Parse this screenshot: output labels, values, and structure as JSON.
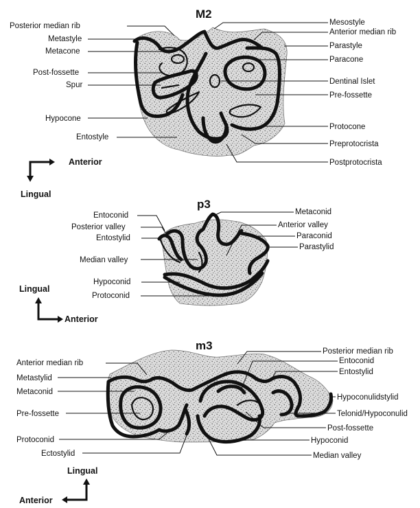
{
  "panels": {
    "M2": {
      "title": "M2",
      "labels": {
        "posterior_median_rib": "Posterior median rib",
        "metastyle": "Metastyle",
        "metacone": "Metacone",
        "post_fossette": "Post-fossette",
        "spur": "Spur",
        "hypocone": "Hypocone",
        "entostyle": "Entostyle",
        "mesostyle": "Mesostyle",
        "anterior_median_rib": "Anterior median rib",
        "parastyle": "Parastyle",
        "paracone": "Paracone",
        "dentinal_islet": "Dentinal Islet",
        "pre_fossette": "Pre-fossette",
        "protocone": "Protocone",
        "preprotocrista": "Preprotocrista",
        "postprotocrista": "Postprotocrista"
      }
    },
    "p3": {
      "title": "p3",
      "labels": {
        "entoconid": "Entoconid",
        "posterior_valley": "Posterior valley",
        "entostylid": "Entostylid",
        "median_valley": "Median valley",
        "hypoconid": "Hypoconid",
        "protoconid": "Protoconid",
        "metaconid": "Metaconid",
        "anterior_valley": "Anterior valley",
        "paraconid": "Paraconid",
        "parastylid": "Parastylid"
      }
    },
    "m3": {
      "title": "m3",
      "labels": {
        "anterior_median_rib": "Anterior median rib",
        "metastylid": "Metastylid",
        "metaconid": "Metaconid",
        "pre_fossette": "Pre-fossette",
        "protoconid": "Protoconid",
        "ectostylid": "Ectostylid",
        "posterior_median_rib": "Posterior median rib",
        "entoconid": "Entoconid",
        "entostylid": "Entostylid",
        "hypoconulidstylid": "Hypoconulidstylid",
        "telonid_hypoconulid": "Telonid/Hypoconulid",
        "post_fossette": "Post-fossette",
        "hypoconid": "Hypoconid",
        "median_valley": "Median valley"
      }
    }
  },
  "orientation": {
    "upper": {
      "anterior": "Anterior",
      "lingual": "Lingual"
    },
    "middle": {
      "lingual": "Lingual",
      "anterior": "Anterior"
    },
    "lower": {
      "lingual": "Lingual",
      "anterior": "Anterior"
    }
  }
}
